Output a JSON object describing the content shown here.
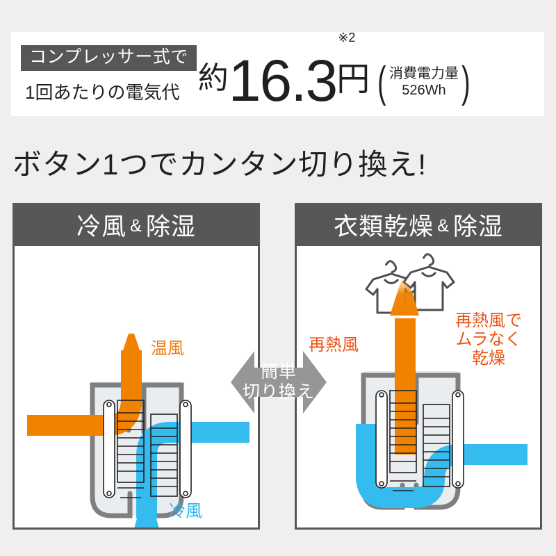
{
  "banner": {
    "chip_label": "コンプレッサー式で",
    "sub_label": "1回あたりの電気代",
    "approx": "約",
    "value": "16.3",
    "unit": "円",
    "note_mark": "※2",
    "note_line1": "消費電力量",
    "note_line2": "526Wh"
  },
  "headline": "ボタン1つでカンタン切り換え!",
  "panels": {
    "left": {
      "title_main": "冷風",
      "amp": "&",
      "title_sub": "除湿",
      "labels": {
        "warm_air": "温風",
        "cool_air": "冷風"
      }
    },
    "right": {
      "title_main": "衣類乾燥",
      "amp": "&",
      "title_sub": "除湿",
      "labels": {
        "reheat_air": "再熱風",
        "dry_line1": "再熱風で",
        "dry_line2": "ムラなく",
        "dry_line3": "乾燥"
      }
    }
  },
  "switch_badge": {
    "line1": "簡単",
    "line2": "切り換え"
  },
  "colors": {
    "background": "#efefef",
    "panel_border": "#585757",
    "header_bar": "#585757",
    "orange": "#f08200",
    "orange_label": "#ef7b11",
    "blue": "#35bcef",
    "blue_label": "#2eb6ea",
    "red_label": "#ea5414",
    "text_dark": "#231f20",
    "arrow_gray": "#969696",
    "machine_outline": "#7f7f7f",
    "machine_fill": "#e9edef"
  }
}
